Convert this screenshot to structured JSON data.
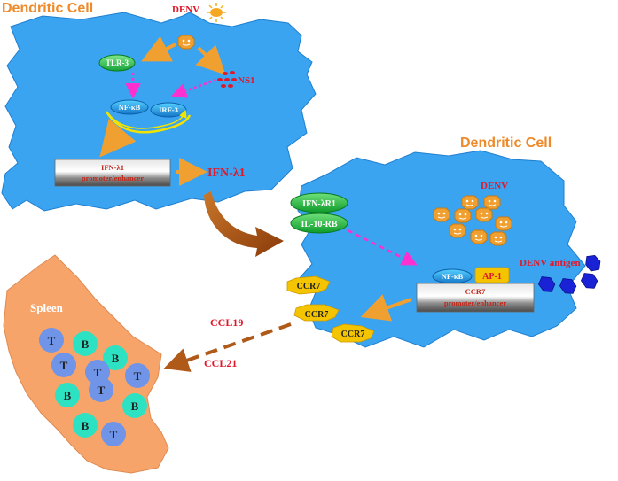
{
  "colors": {
    "cell_fill": "#3aa4f0",
    "cell_stroke": "#1f7fd0",
    "spleen_fill": "#f6a46a",
    "title_orange": "#ef8a2a",
    "text_red": "#e0182a",
    "ccr7_yellow": "#f5c400",
    "t_cell": "#6f94e8",
    "b_cell": "#2de2c3",
    "antigen_blue": "#1a22d6",
    "arrow_orange": "#f0a030",
    "arrow_brown": "#b05a1a",
    "arrow_magenta": "#ff2fd0",
    "receptor_green": "#1fbf3a"
  },
  "icons": {
    "virus": "sun-virus-icon",
    "virion": "virion-icon",
    "antigen": "antigen-hexagon-icon"
  },
  "cell1": {
    "title": "Dendritic Cell",
    "denv_label": "DENV",
    "tlr3": "TLR-3",
    "ns1": "NS1",
    "nfkb": "NF-κB",
    "irf3": "IRF-3",
    "promoter_line1": "IFN-λ1",
    "promoter_line2": "promoter/enhancer"
  },
  "ifn_label": "IFN-λ1",
  "cell2": {
    "title": "Dendritic Cell",
    "denv_label": "DENV",
    "receptor1": "IFN-λR1",
    "receptor2": "IL-10-RB",
    "nfkb": "NF-κB",
    "ap1": "AP-1",
    "promoter_line1": "CCR7",
    "promoter_line2": "promoter/enhancer",
    "antigen_label": "DENV antigen",
    "ccr7": [
      "CCR7",
      "CCR7",
      "CCR7"
    ]
  },
  "chemokines": [
    "CCL19",
    "CCL21"
  ],
  "spleen": {
    "title": "Spleen",
    "cells": [
      "T",
      "B",
      "T",
      "B",
      "T",
      "B",
      "T",
      "T",
      "B",
      "B",
      "T"
    ]
  }
}
